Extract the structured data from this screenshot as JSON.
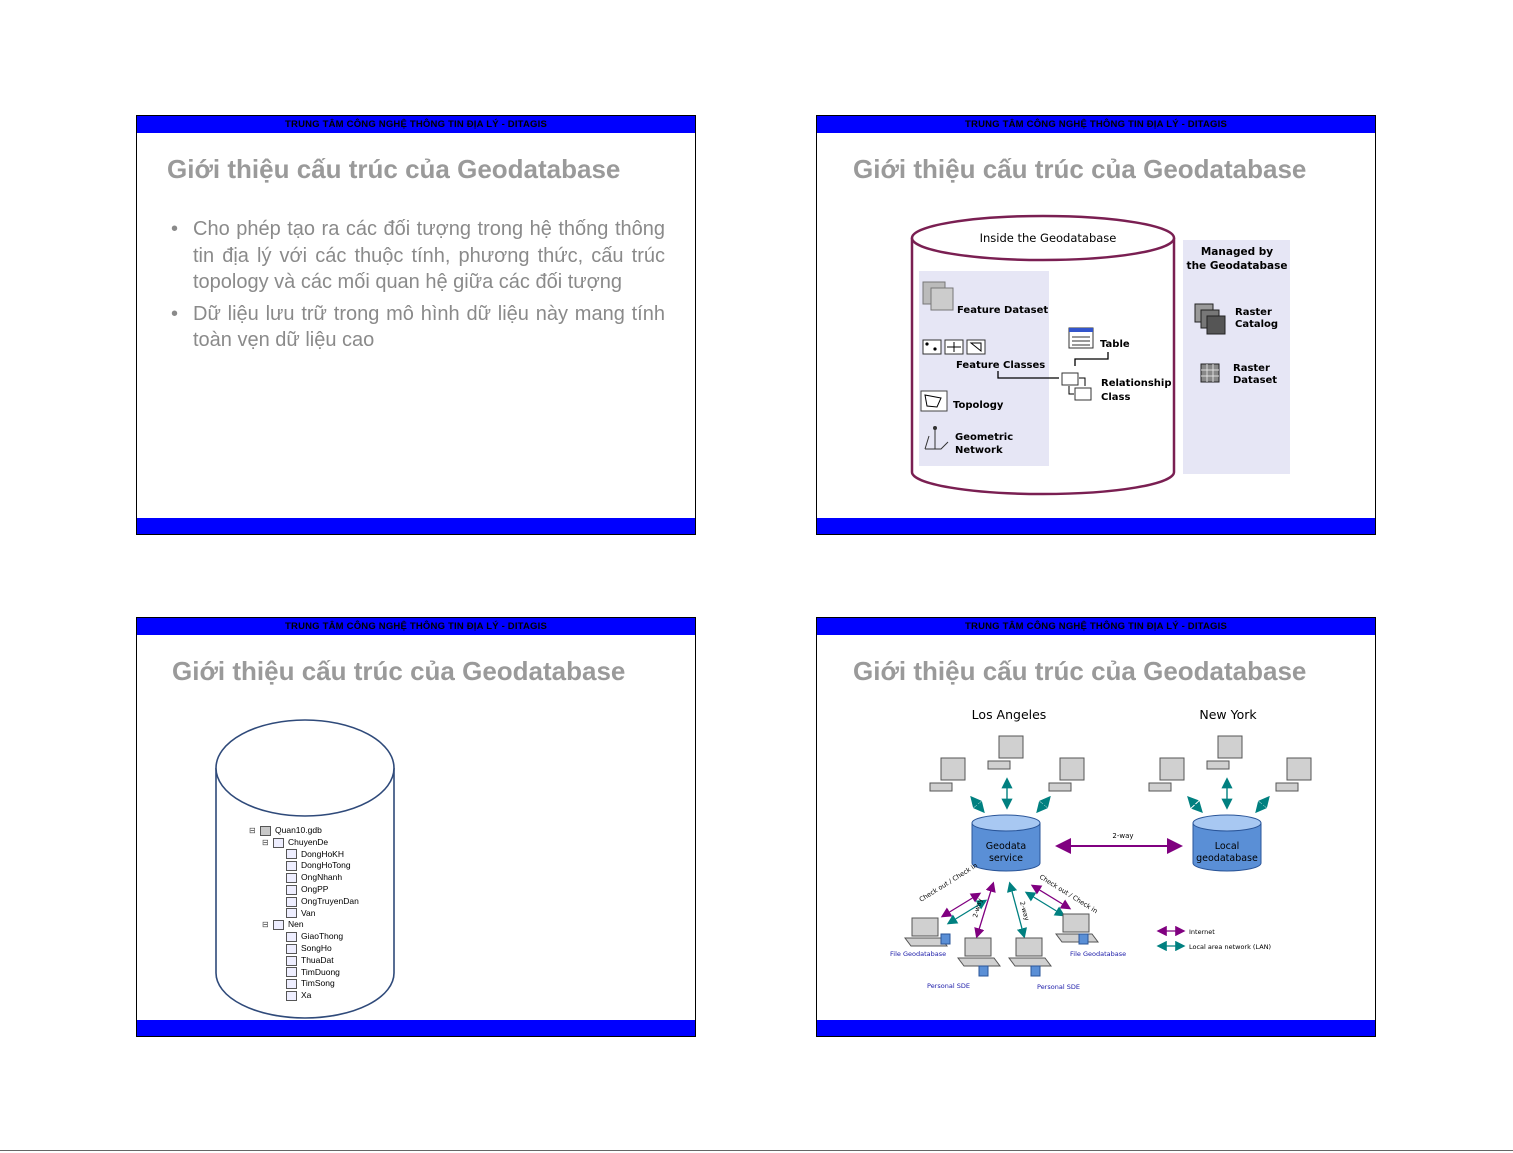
{
  "header_text": "TRUNG TÂM CÔNG NGHỆ THÔNG TIN ĐỊA LÝ - DITAGIS",
  "slide_title": "Giới thiệu cấu trúc của Geodatabase",
  "slide1": {
    "bullets": [
      "Cho phép tạo ra các đối tượng trong hệ thống thông tin địa lý với các thuộc tính, phương thức, cấu trúc topology và các mối quan hệ giữa các đối tượng",
      "Dữ liệu lưu trữ trong mô hình dữ liệu này mang tính toàn vẹn dữ liệu cao"
    ]
  },
  "slide2": {
    "inside_label": "Inside the Geodatabase",
    "managed_label_1": "Managed by",
    "managed_label_2": "the Geodatabase",
    "feature_dataset": "Feature Dataset",
    "feature_classes": "Feature Classes",
    "topology": "Topology",
    "geometric_1": "Geometric",
    "geometric_2": "Network",
    "table": "Table",
    "relationship_1": "Relationship",
    "relationship_2": "Class",
    "raster_catalog_1": "Raster",
    "raster_catalog_2": "Catalog",
    "raster_dataset_1": "Raster",
    "raster_dataset_2": "Dataset"
  },
  "slide3": {
    "tree": [
      {
        "label": "Quan10.gdb",
        "level": 0,
        "expander": "⊟"
      },
      {
        "label": "ChuyenDe",
        "level": 1,
        "expander": "⊟"
      },
      {
        "label": "DongHoKH",
        "level": 2
      },
      {
        "label": "DongHoTong",
        "level": 2
      },
      {
        "label": "OngNhanh",
        "level": 2
      },
      {
        "label": "OngPP",
        "level": 2
      },
      {
        "label": "OngTruyenDan",
        "level": 2
      },
      {
        "label": "Van",
        "level": 2
      },
      {
        "label": "Nen",
        "level": 1,
        "expander": "⊟"
      },
      {
        "label": "GiaoThong",
        "level": 2
      },
      {
        "label": "SongHo",
        "level": 2
      },
      {
        "label": "ThuaDat",
        "level": 2
      },
      {
        "label": "TimDuong",
        "level": 2
      },
      {
        "label": "TimSong",
        "level": 2
      },
      {
        "label": "Xa",
        "level": 2
      }
    ]
  },
  "slide4": {
    "city_left": "Los Angeles",
    "city_right": "New York",
    "geodata_1": "Geodata",
    "geodata_2": "service",
    "local_1": "Local",
    "local_2": "geodatabase",
    "two_way": "2-way",
    "checkout_left": "Check out / Check in",
    "checkout_right": "Check out / Check in",
    "two_way_a": "2-way",
    "two_way_b": "2-way",
    "file_gdb_left": "File Geodatabase",
    "file_gdb_right": "File Geodatabase",
    "personal_sde_left": "Personal SDE",
    "personal_sde_right": "Personal SDE",
    "legend_internet": "Internet",
    "legend_lan": "Local area network (LAN)",
    "colors": {
      "internet": "#800080",
      "lan": "#008080"
    }
  }
}
